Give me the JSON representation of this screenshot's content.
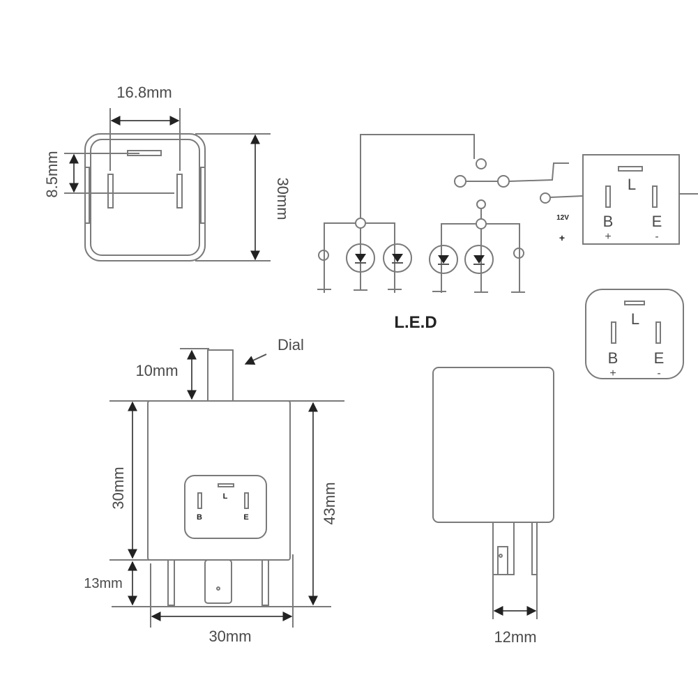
{
  "top_view": {
    "width_label": "16.8mm",
    "pin_spacing_label": "8.5mm",
    "height_label": "30mm"
  },
  "circuit": {
    "title": "L.E.D",
    "voltage_label": "12V",
    "voltage_sign": "+",
    "relay_pins": {
      "l": "L",
      "b": "B",
      "e": "E",
      "b_sign": "+",
      "e_sign": "-"
    }
  },
  "pin_diagram": {
    "l": "L",
    "b": "B",
    "e": "E",
    "b_sign": "+",
    "e_sign": "-"
  },
  "front_view": {
    "dial_label": "Dial",
    "dial_height_label": "10mm",
    "body_height_label": "30mm",
    "total_height_label": "43mm",
    "pin_length_label": "13mm",
    "width_label": "30mm",
    "socket_pins": {
      "l": "L",
      "b": "B",
      "e": "E"
    }
  },
  "side_view": {
    "depth_label": "12mm"
  },
  "colors": {
    "line": "#7a7a7a",
    "text": "#4a4a4a"
  }
}
